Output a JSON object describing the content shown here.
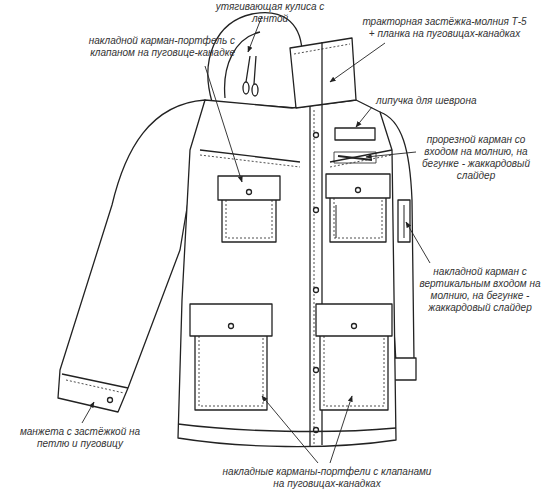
{
  "diagram": {
    "labels": [
      "утягивающая кулиса с лентой",
      "накладной карман-портфель с клапаном на пуговице-канадке",
      "тракторная застёжка-молния Т-5 + планка на пуговицах-канадках",
      "липучка для шеврона",
      "прорезной карман со входом на молнию, на бегунке - жаккардовый слайдер",
      "накладной карман с вертикальным входом на молнию, на бегунке - жаккардовый слайдер",
      "манжета с застёжкой на петлю и пуговицу",
      "накладные карманы-портфели с клапанами на пуговицах-канадках"
    ]
  }
}
